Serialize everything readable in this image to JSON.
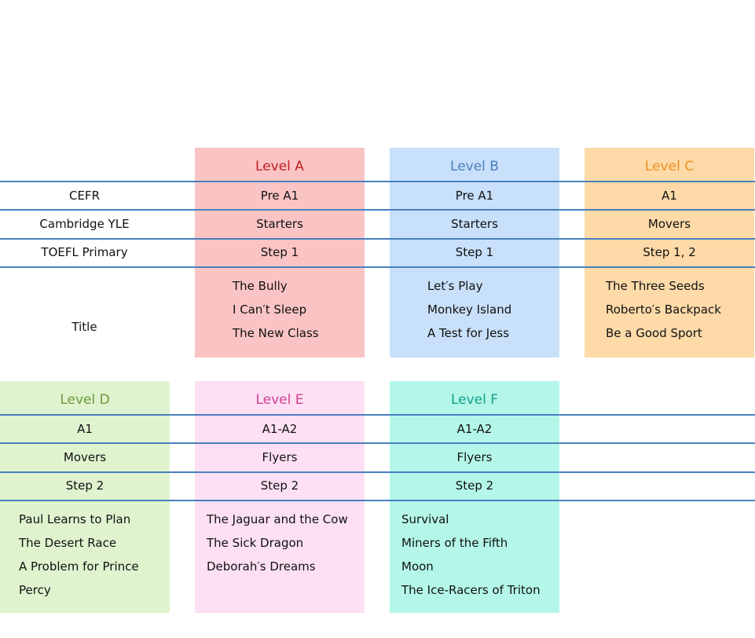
{
  "row_labels": {
    "cefr": "CEFR",
    "yle": "Cambridge YLE",
    "toefl": "TOEFL Primary",
    "title": "Title"
  },
  "levels": [
    {
      "name": "Level A",
      "cefr": "Pre A1",
      "yle": "Starters",
      "toefl": "Step 1",
      "titles": [
        "The Bully",
        "I Can′t Sleep",
        "The New Class"
      ],
      "bg": "#fbc4c4",
      "accent": "#c0202a"
    },
    {
      "name": "Level B",
      "cefr": "Pre A1",
      "yle": "Starters",
      "toefl": "Step 1",
      "titles": [
        "Let′s Play",
        "Monkey Island",
        "A Test for Jess"
      ],
      "bg": "#c8e0fa",
      "accent": "#4a7fbf"
    },
    {
      "name": "Level C",
      "cefr": "A1",
      "yle": "Movers",
      "toefl": "Step 1, 2",
      "titles": [
        "The Three Seeds",
        "Roberto′s Backpack",
        "Be a Good Sport"
      ],
      "bg": "#fddaa8",
      "accent": "#ef8f1f"
    },
    {
      "name": "Level D",
      "cefr": "A1",
      "yle": "Movers",
      "toefl": "Step 2",
      "titles": [
        "Paul Learns to Plan",
        "The Desert Race",
        "A Problem for Prince",
        "Percy"
      ],
      "bg": "#dff3cf",
      "accent": "#6a9a3a"
    },
    {
      "name": "Level E",
      "cefr": "A1-A2",
      "yle": "Flyers",
      "toefl": "Step 2",
      "titles": [
        "The Jaguar and the Cow",
        "The Sick Dragon",
        "Deborah′s Dreams"
      ],
      "bg": "#fde0f3",
      "accent": "#cf3f8f"
    },
    {
      "name": "Level F",
      "cefr": "A1-A2",
      "yle": "Flyers",
      "toefl": "Step 2",
      "titles": [
        "Survival",
        "Miners of the Fifth",
        "Moon",
        "The Ice-Racers of Triton"
      ],
      "bg": "#b4f7e9",
      "accent": "#12a08a"
    }
  ]
}
